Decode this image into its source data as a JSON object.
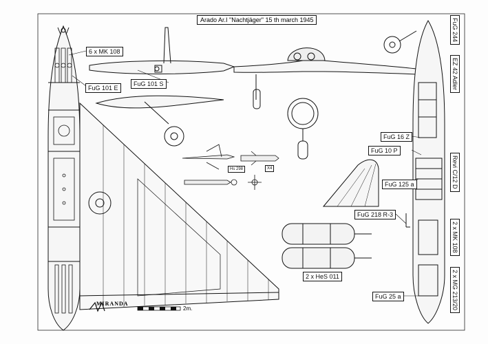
{
  "title": "Arado Ar.I \"Nachtjäger\" 15 th march 1945",
  "signature": "MIRANDA",
  "scale_label": "2m.",
  "labels": {
    "mk108_nose": "6 x MK 108",
    "fug101e": "FuG 101 E",
    "fug101s": "FuG 101 S",
    "hs298": "Hs 298",
    "x4": "X4",
    "fug16z": "FuG 16 Z",
    "fug10p": "FuG 10 P",
    "fug125a": "FuG 125 a",
    "fug218": "FuG 218 R-3",
    "hes011": "2 x HeS 011",
    "fug25a": "FuG 25 a"
  },
  "vertical_labels": {
    "fug244": "FuG 244",
    "ez42": "EZ 42 Adler",
    "revi": "Revi C/12 D",
    "mk108_tail": "2 x MK 108",
    "mg213": "2 x MG 213/20"
  }
}
